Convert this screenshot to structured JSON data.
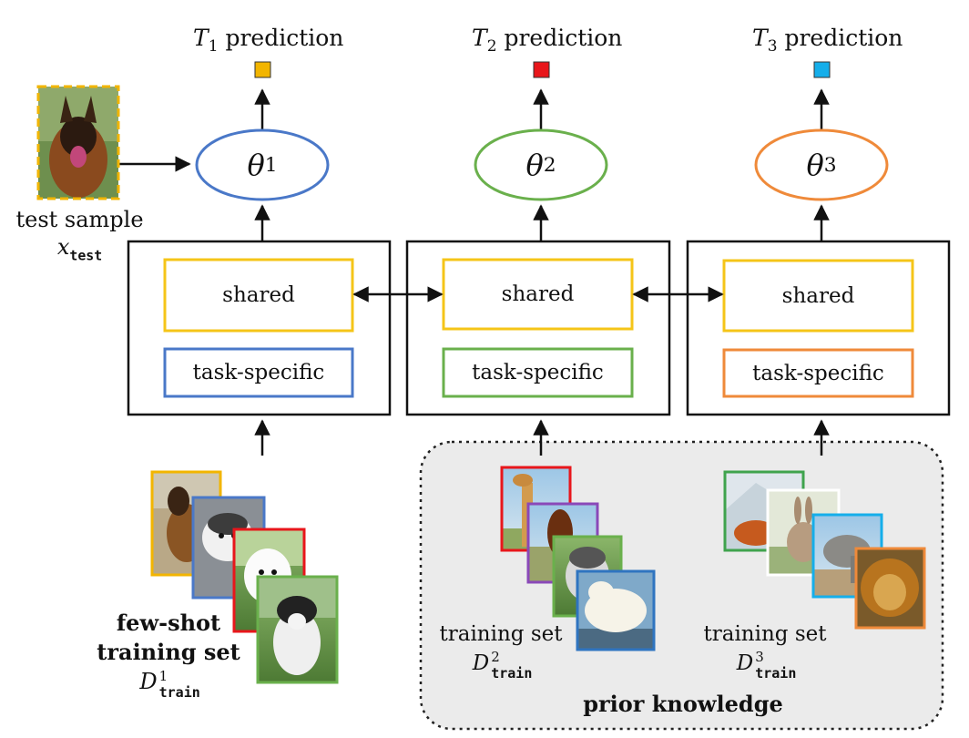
{
  "header": {
    "t1": {
      "sym": "T",
      "sub": "1",
      "text": "prediction"
    },
    "t2": {
      "sym": "T",
      "sub": "2",
      "text": "prediction"
    },
    "t3": {
      "sym": "T",
      "sub": "3",
      "text": "prediction"
    }
  },
  "colors": {
    "task1": "#f2b500",
    "task2": "#e8161b",
    "task3": "#15aeea",
    "theta1": "#4a78c8",
    "theta2": "#6ab04c",
    "theta3": "#ef8a3a",
    "shared": "#f5c518",
    "knowledge_bg": "#ebebeb"
  },
  "models": [
    {
      "sym": "θ",
      "sub": "1"
    },
    {
      "sym": "θ",
      "sub": "2"
    },
    {
      "sym": "θ",
      "sub": "3"
    }
  ],
  "blocks": {
    "shared_label": "shared",
    "specific_label": "task-specific"
  },
  "test": {
    "line1": "test sample",
    "sym": "x",
    "sub": "test"
  },
  "fewshot": {
    "line1": "few-shot",
    "line2": "training set",
    "sym": "D",
    "sup": "1",
    "sub": "train",
    "images": [
      "german-shepherd",
      "husky-puppy",
      "samoyed-puppy",
      "alaskan-malamute"
    ]
  },
  "train2": {
    "line1": "training set",
    "sym": "D",
    "sup": "2",
    "sub": "train",
    "images": [
      "giraffe",
      "horse",
      "husky",
      "polar-bear"
    ]
  },
  "train3": {
    "line1": "training set",
    "sym": "D",
    "sup": "3",
    "sub": "train",
    "images": [
      "fox",
      "rabbit",
      "elephant",
      "lion"
    ]
  },
  "prior": {
    "label": "prior knowledge"
  }
}
